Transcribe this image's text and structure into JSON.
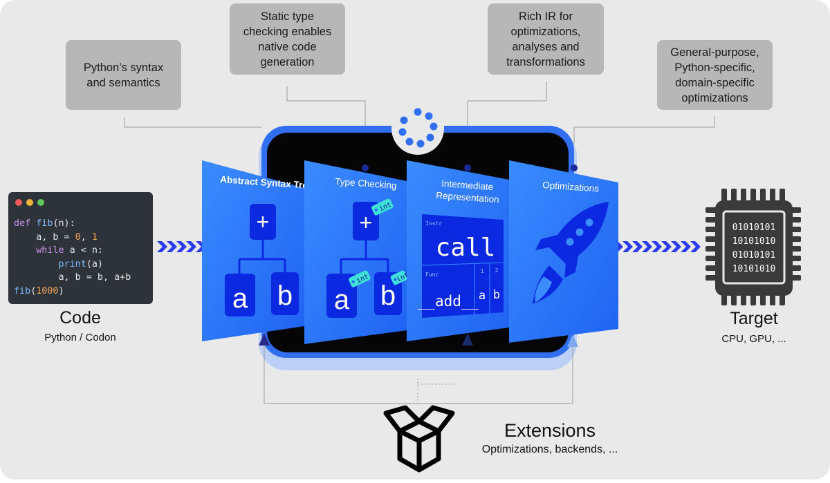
{
  "bubbles": {
    "syntax": "Python’s syntax\nand semantics",
    "types": "Static type\nchecking enables\nnative code\ngeneration",
    "ir": "Rich IR for\noptimizations,\nanalyses and\ntransformations",
    "opts": "General-purpose,\nPython-specific,\ndomain-specific\noptimizations"
  },
  "code": {
    "title": "Code",
    "subtitle": "Python / Codon",
    "line1_kw": "def",
    "line1_fn": "fib",
    "line1_rest": "(n):",
    "line2_a": "    a, b = ",
    "line2_n0": "0",
    "line2_b": ", ",
    "line2_n1": "1",
    "line3_kw": "    while",
    "line3_rest": " a < n:",
    "line4_fn": "        print",
    "line4_rest": "(a)",
    "line5": "        a, b = b, a+b",
    "line6_fn": "fib",
    "line6_a": "(",
    "line6_num": "1000",
    "line6_b": ")"
  },
  "panels": {
    "ast": {
      "title": "Abstract Syntax Tree",
      "op": "+",
      "left": "a",
      "right": "b"
    },
    "types": {
      "title": "Type Checking",
      "op": "+",
      "left": "a",
      "right": "b",
      "tag": "int"
    },
    "ir": {
      "title_line1": "Intermediate",
      "title_line2": "Representation",
      "instr_label": "Instr",
      "instr": "call",
      "func_label": "Func",
      "func": "__add__",
      "col1": "1",
      "col2": "2",
      "arg1": "a",
      "arg2": "b"
    },
    "opts": {
      "title": "Optimizations"
    }
  },
  "target": {
    "title": "Target",
    "subtitle": "CPU, GPU, ...",
    "bits": [
      "01010101",
      "10101010",
      "01010101",
      "10101010"
    ]
  },
  "extensions": {
    "title": "Extensions",
    "subtitle": "Optimizations, backends, ..."
  },
  "colors": {
    "background": "#e9e9e9",
    "panel": "#2f7df7",
    "panel_dark": "#1a44e8",
    "tag": "#3fe0d8",
    "frame": "#2f6ff0",
    "chevron": "#2a3bf0"
  }
}
